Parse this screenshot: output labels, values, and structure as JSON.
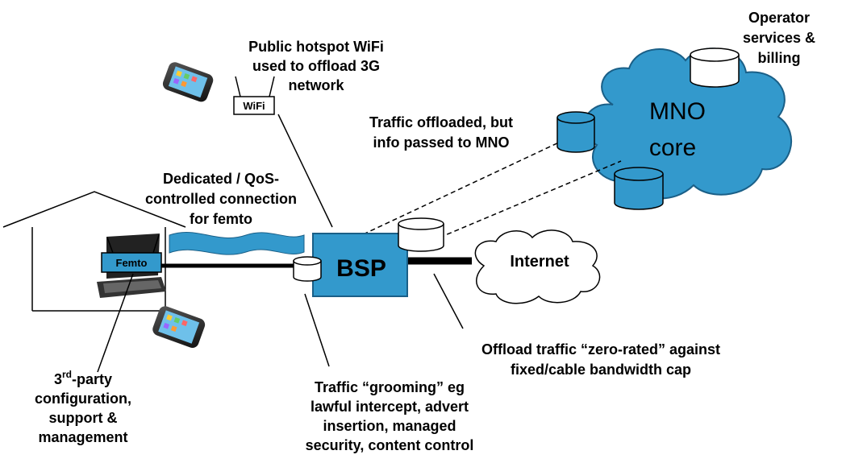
{
  "labels": {
    "hotspot": [
      "Public hotspot WiFi",
      "used to offload 3G",
      "network"
    ],
    "operator": [
      "Operator",
      "services &",
      "billing"
    ],
    "offloaded": [
      "Traffic offloaded, but",
      "info passed to MNO"
    ],
    "dedicated": [
      "Dedicated / QoS-",
      "controlled connection",
      "for femto"
    ],
    "zero_rated": [
      "Offload traffic “zero-rated” against",
      "fixed/cable bandwidth cap"
    ],
    "grooming": [
      "Traffic “grooming” eg",
      "lawful intercept, advert",
      "insertion, managed",
      "security, content control"
    ],
    "third_party_sup": "rd",
    "third_party": [
      "3",
      "-party",
      "configuration,",
      "support &",
      "management"
    ]
  },
  "nodes": {
    "wifi": "WiFi",
    "femto": "Femto",
    "bsp": "BSP",
    "internet": "Internet",
    "mno_core": [
      "MNO",
      "core"
    ]
  },
  "colors": {
    "blue": "#3399cc",
    "line": "#000000",
    "white": "#ffffff"
  }
}
